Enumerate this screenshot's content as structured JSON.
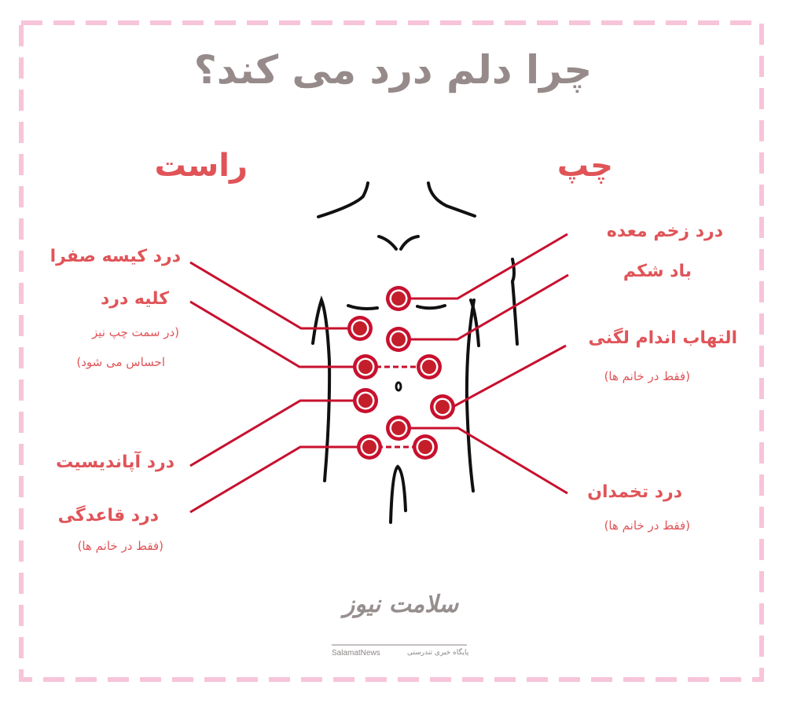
{
  "title": "چرا دلم درد می کند؟",
  "colors": {
    "border": "#f7c4da",
    "title": "#968a8a",
    "label": "#e05458",
    "line": "#c8102e",
    "marker_outer": "#c8102e",
    "marker_inner": "#c41e2a",
    "body_outline": "#111111",
    "logo": "#978e8e"
  },
  "sides": {
    "right": {
      "label": "راست"
    },
    "left": {
      "label": "چپ"
    }
  },
  "right_side_labels": {
    "gallbladder": "درد کیسه صفرا",
    "kidney": "کلیه درد",
    "kidney_note_1": "(در سمت چپ نیز",
    "kidney_note_2": "احساس می شود)",
    "appendicitis": "درد آپاندیسیت",
    "menstrual": "درد قاعدگی",
    "menstrual_note": "(فقط در خانم ها)"
  },
  "left_side_labels": {
    "stomach_ulcer": "درد زخم معده",
    "bloating": "باد شکم",
    "pelvic_inflammation": "التهاب اندام لگنی",
    "pelvic_note": "(فقط در خانم ها)",
    "ovary": "درد تخمدان",
    "ovary_note": "(فقط در خانم ها)"
  },
  "logo": {
    "mark": "سلامت نیوز",
    "english": "SalamatNews",
    "tagline": "پایگاه خبری تندرستی"
  }
}
